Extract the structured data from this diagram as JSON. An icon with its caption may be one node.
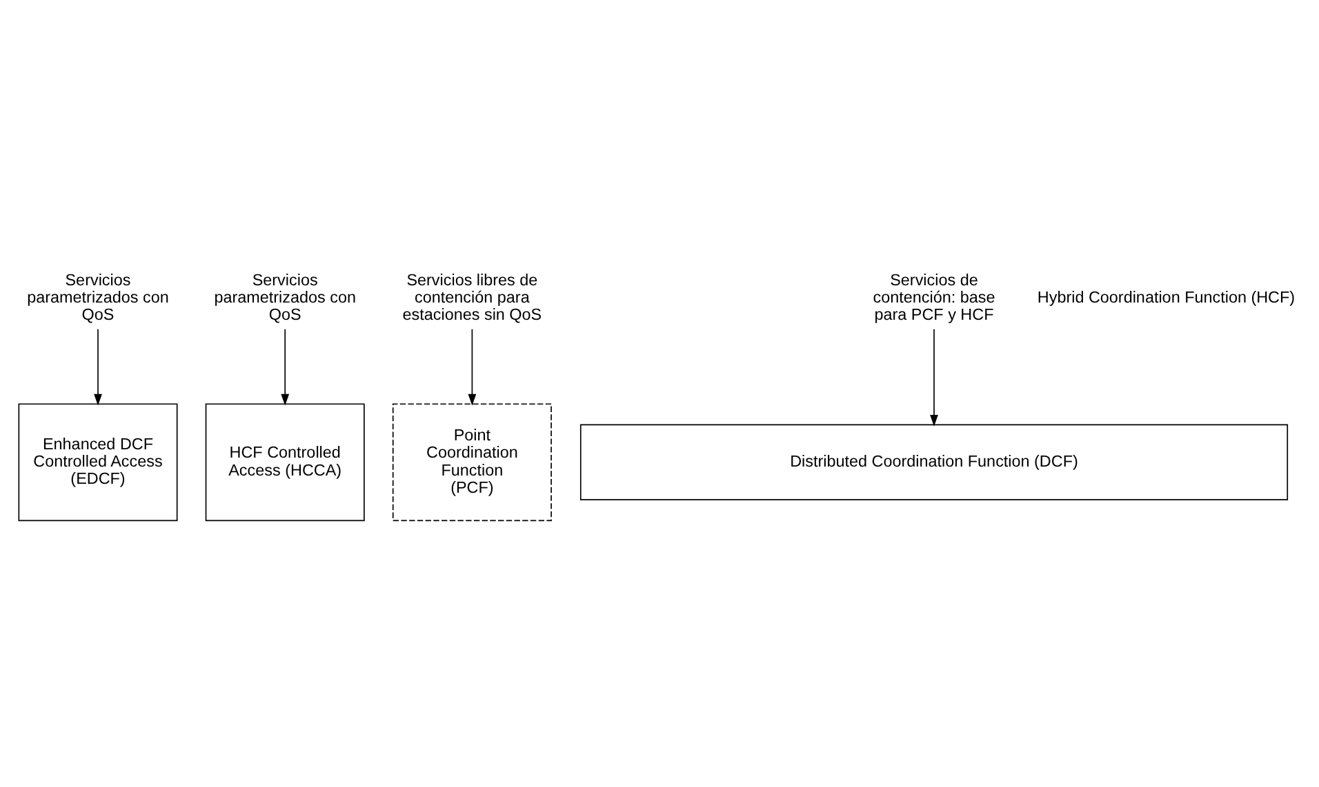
{
  "diagram": {
    "nodes": [
      {
        "text": [
          "Servicios parametrizados con QoS"
        ]
      },
      {
        "text": [
          "Servicios parametrizados con QoS"
        ]
      },
      {
        "text": [
          "Servicios libres de contención para estaciones sin QoS"
        ]
      },
      {
        "text": [
          "Servicios de contención: base para PCF y HCF"
        ]
      },
      {
        "text": [
          "Point Coordination Function (PCF)"
        ]
      },
      {
        "text": [
          "Enhanced DCF Controlled Access (EDCF)"
        ]
      },
      {
        "text": [
          "HCF Controlled Access (HCCA)"
        ]
      },
      {
        "text": [
          "Distributed Coordination Function (DCF)"
        ]
      }
    ],
    "edges": [
      {
        "from": 2,
        "to": 4,
        "arrow": "to"
      },
      {
        "from": 0,
        "to": 5,
        "arrow": "to"
      },
      {
        "from": 1,
        "to": 6,
        "arrow": "to"
      },
      {
        "from": 3,
        "to": 7,
        "arrow": "to"
      }
    ],
    "labels": [
      "Hybrid Coordination Function (HCF)"
    ]
  }
}
